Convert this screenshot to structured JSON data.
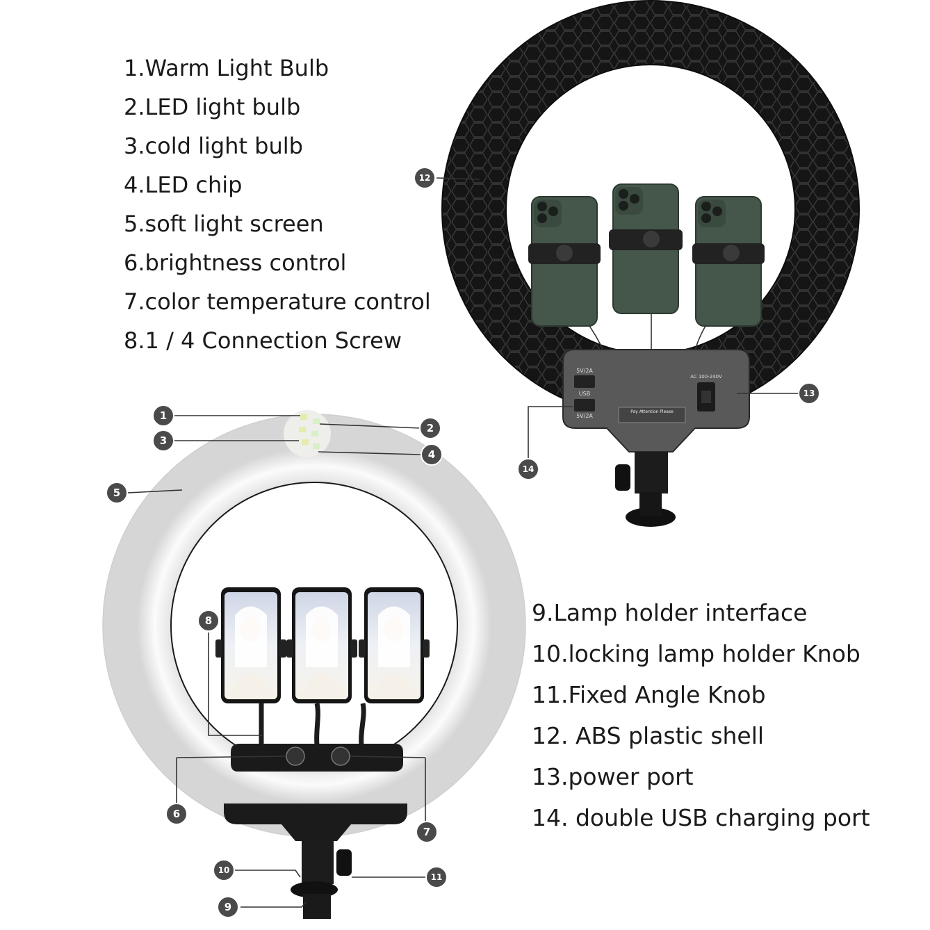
{
  "parts_top": [
    "1.Warm Light Bulb",
    "2.LED light bulb",
    "3.cold light bulb",
    "4.LED chip",
    "5.soft light screen",
    "6.brightness control",
    "7.color temperature control",
    "8.1 / 4 Connection Screw"
  ],
  "parts_bottom": [
    "9.Lamp holder interface",
    "10.locking lamp holder Knob",
    "11.Fixed Angle Knob",
    "12. ABS plastic shell",
    "13.power port",
    "14. double USB charging port"
  ],
  "callouts": [
    "1",
    "2",
    "3",
    "4",
    "5",
    "6",
    "7",
    "8",
    "9",
    "10",
    "11",
    "12",
    "13",
    "14"
  ],
  "panel_labels": {
    "usb_top": "5V/2A",
    "usb_mid": "USB",
    "usb_bottom": "5V/2A",
    "ac": "AC 100-240V",
    "warning": "Pay Attention Please"
  },
  "colors": {
    "callout_fill": "#4a4a4a",
    "ring_black": "#141414",
    "ring_white": "#f1f1f1",
    "phone_green": "#46594a",
    "panel_grey": "#5a5a5a"
  }
}
